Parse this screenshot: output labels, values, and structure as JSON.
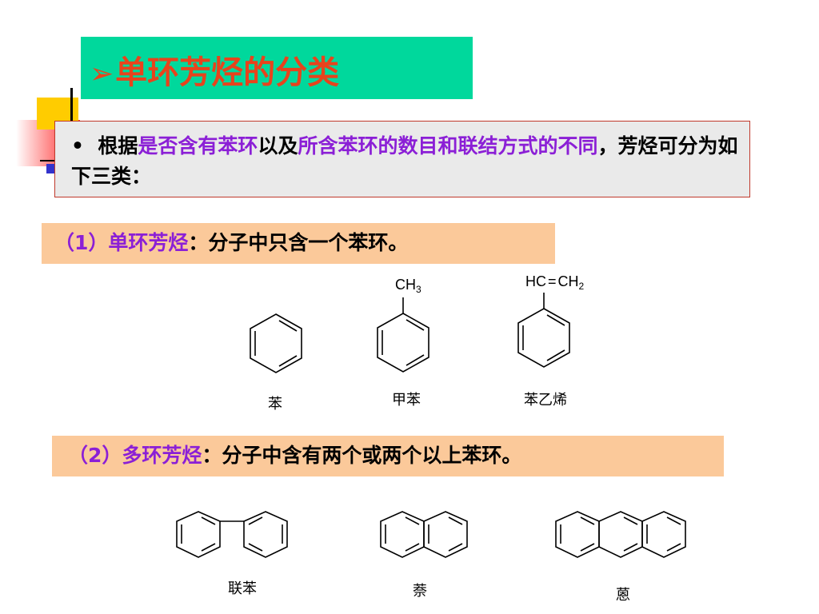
{
  "title": {
    "arrow": "➢",
    "text": "单环芳烃的分类"
  },
  "note": {
    "bullet": "•",
    "p1": "根据",
    "h1": "是否含有苯环",
    "p2": "以及",
    "h2": "所含苯环的数目和联结方式的不同",
    "p3": "，芳烃可分为如下三类："
  },
  "categories": [
    {
      "num": "（1）",
      "name": "单环芳烃",
      "desc": "：分子中只含一个苯环。"
    },
    {
      "num": "（2）",
      "name": "多环芳烃",
      "desc": "：分子中含有两个或两个以上苯环。"
    }
  ],
  "substituents": {
    "methyl": "CH",
    "methyl_sub": "3",
    "vinyl_a": "HC",
    "vinyl_eq": "=",
    "vinyl_b": "CH",
    "vinyl_sub": "2"
  },
  "compounds": {
    "benzene": "苯",
    "toluene": "甲苯",
    "styrene": "苯乙烯",
    "biphenyl": "联苯",
    "naphthalene": "萘",
    "anthracene": "蒽"
  }
}
